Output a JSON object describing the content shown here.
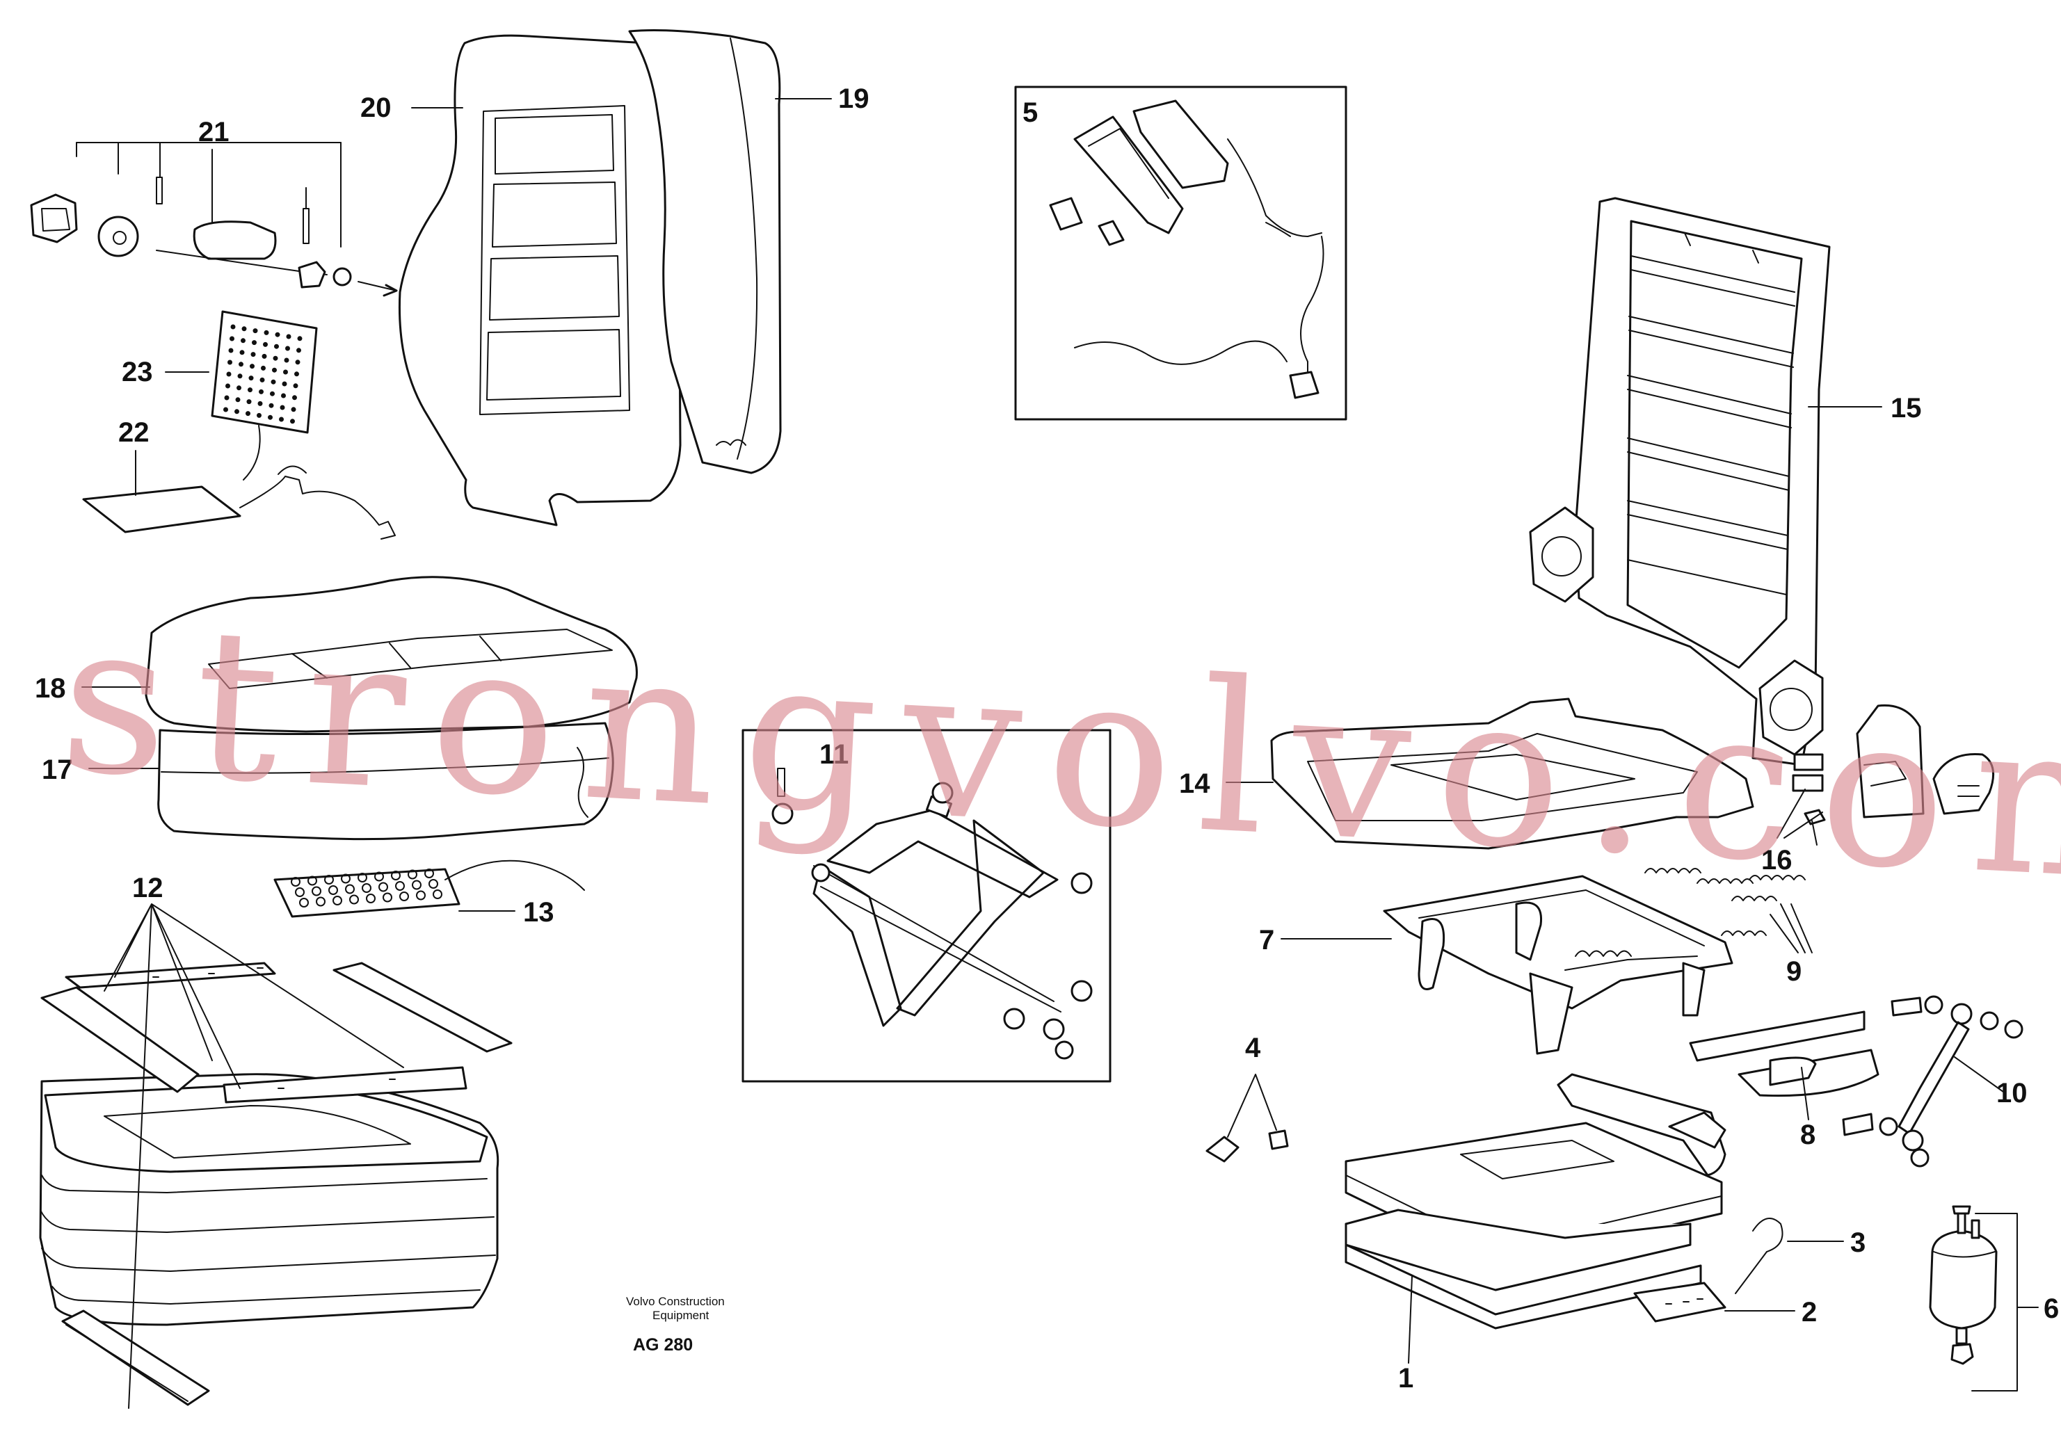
{
  "labels": {
    "l1": "1",
    "l2": "2",
    "l3": "3",
    "l4": "4",
    "l5": "5",
    "l6": "6",
    "l7": "7",
    "l8": "8",
    "l9": "9",
    "l10": "10",
    "l11": "11",
    "l12": "12",
    "l13": "13",
    "l14": "14",
    "l15": "15",
    "l16": "16",
    "l17": "17",
    "l18": "18",
    "l19": "19",
    "l20": "20",
    "l21": "21",
    "l22": "22",
    "l23": "23"
  },
  "credit": {
    "line1": "Volvo Construction",
    "line2": "Equipment"
  },
  "drawing_code": "AG 280",
  "watermark": "strongvolvo.com"
}
